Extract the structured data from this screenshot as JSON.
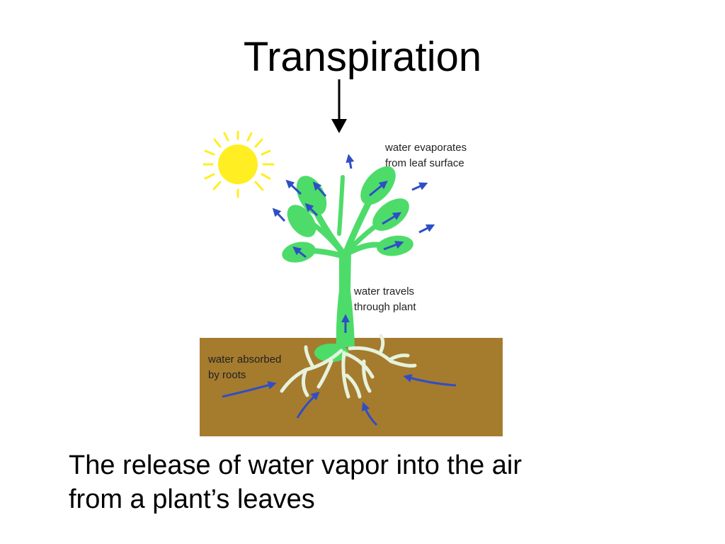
{
  "slide": {
    "title": "Transpiration",
    "caption": "The release of water vapor into the air\nfrom a plant’s leaves"
  },
  "diagram": {
    "labels": {
      "evaporates": "water evaporates\nfrom leaf surface",
      "travels": "water travels\nthrough plant",
      "absorbed": "water absorbed\nby roots"
    }
  },
  "colors": {
    "soil": "#a57b2e",
    "plant": "#4ddc6a",
    "sun": "#ffee22",
    "arrow": "#2f4ec6",
    "root": "#e6f2dc"
  }
}
